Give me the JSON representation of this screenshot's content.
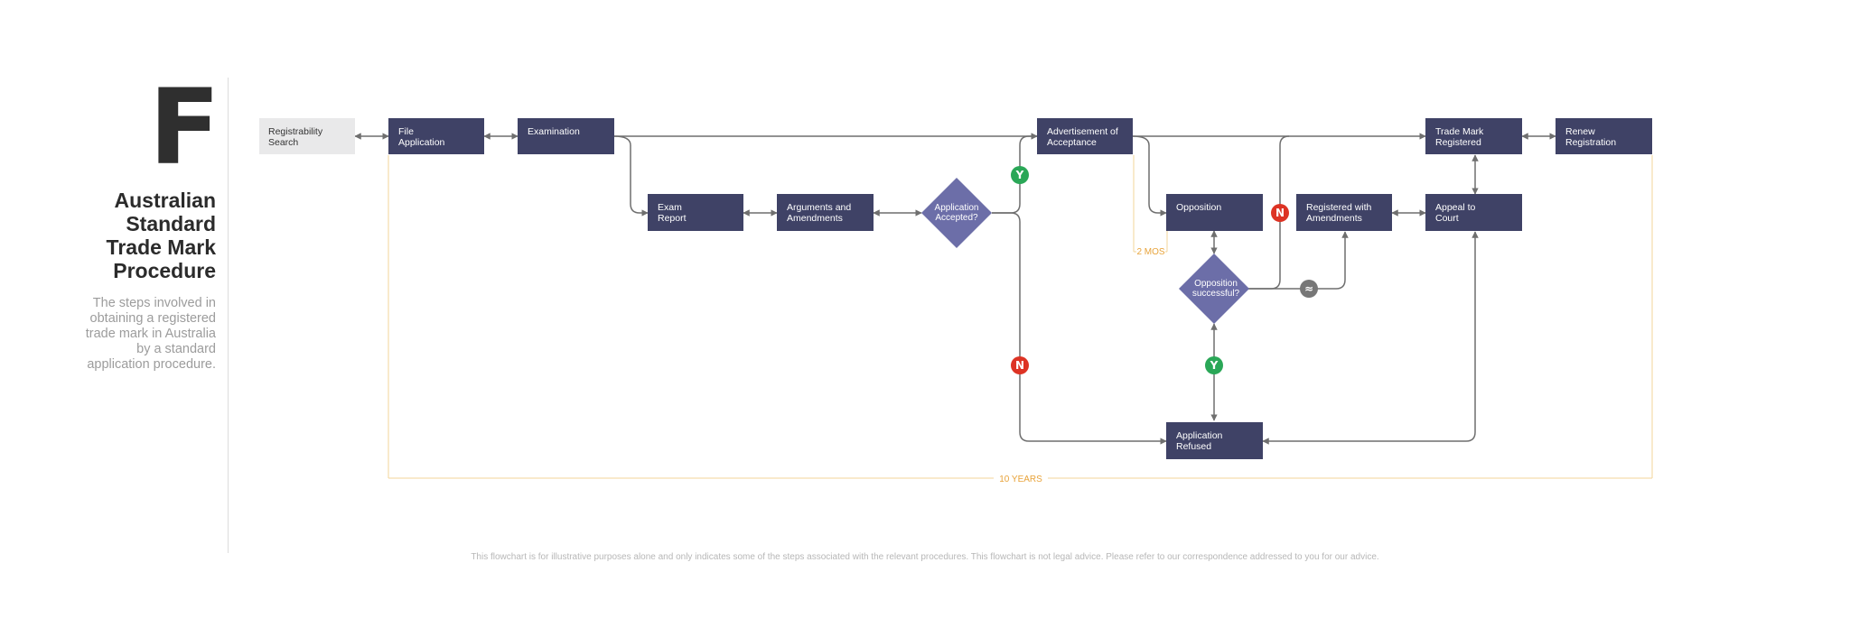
{
  "sidebar": {
    "letter": "F",
    "title_lines": [
      "Australian",
      "Standard",
      "Trade Mark",
      "Procedure"
    ],
    "description_lines": [
      "The steps involved in",
      "obtaining a registered",
      "trade mark in Australia",
      "by a standard",
      "application procedure."
    ]
  },
  "nodes": {
    "registrability_search": [
      "Registrability",
      "Search"
    ],
    "file_application": [
      "File",
      "Application"
    ],
    "examination": [
      "Examination"
    ],
    "exam_report": [
      "Exam",
      "Report"
    ],
    "arguments_amendments": [
      "Arguments and",
      "Amendments"
    ],
    "application_accepted": [
      "Application",
      "Accepted?"
    ],
    "advertisement": [
      "Advertisement of",
      "Acceptance"
    ],
    "opposition": [
      "Opposition"
    ],
    "opposition_successful": [
      "Opposition",
      "successful?"
    ],
    "registered_with_amendments": [
      "Registered with",
      "Amendments"
    ],
    "trade_mark_registered": [
      "Trade Mark",
      "Registered"
    ],
    "appeal_to_court": [
      "Appeal to",
      "Court"
    ],
    "renew_registration": [
      "Renew",
      "Registration"
    ],
    "application_refused": [
      "Application",
      "Refused"
    ]
  },
  "badges": {
    "yes": "Y",
    "no": "N",
    "approx": "≈"
  },
  "timings": {
    "two_months": "2 MOS",
    "ten_years": "10 YEARS"
  },
  "disclaimer": "This flowchart is for illustrative purposes alone and only indicates some of the steps associated with the relevant procedures. This flowchart is not legal advice. Please refer to our correspondence addressed to you for our advice.",
  "colors": {
    "box": "#3f4266",
    "search_box": "#e9e9ea",
    "diamond": "#6c6ea8",
    "yes_badge": "#2aa757",
    "no_badge": "#dd3324",
    "approx_badge": "#777777",
    "timing": "#e8a33a",
    "connector": "#6f6f6f"
  }
}
